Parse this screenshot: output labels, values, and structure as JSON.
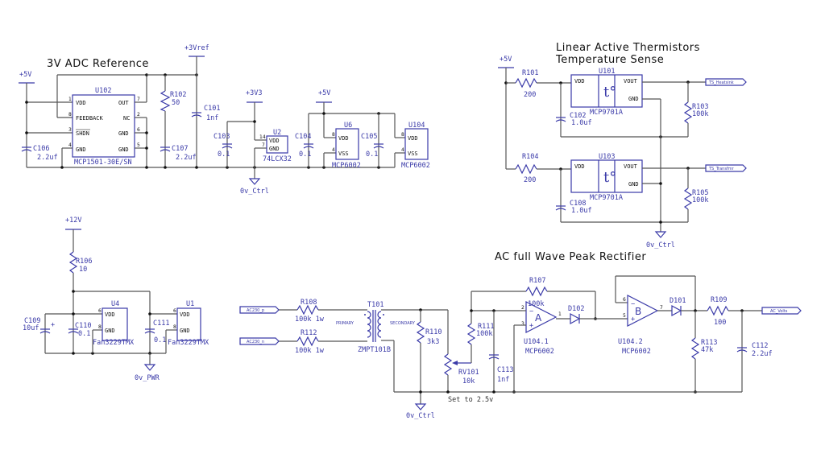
{
  "titles": {
    "adc_ref": "3V ADC Reference",
    "thermistor_line1": "Linear Active Thermistors",
    "thermistor_line2": "Temperature Sense",
    "rectifier": "AC full Wave Peak Rectifier"
  },
  "power_labels": {
    "p5v_a": "+5V",
    "p3vref": "+3Vref",
    "p3v3": "+3V3",
    "p5v_b": "+5V",
    "p5v_c": "+5V",
    "p12v": "+12V"
  },
  "ground_labels": {
    "gnd_ctrl_a": "0v_Ctrl",
    "gnd_ctrl_b": "0v_Ctrl",
    "gnd_ctrl_c": "0v_Ctrl",
    "gnd_pwr": "0v_PWR"
  },
  "ics": {
    "u102": {
      "ref": "U102",
      "part": "MCP1501-30E/SN",
      "pins_left": [
        {
          "num": "1",
          "name": "VDD"
        },
        {
          "num": "8",
          "name": "FEEDBACK"
        },
        {
          "num": "3",
          "name": "SHDN"
        },
        {
          "num": "4",
          "name": "GND"
        }
      ],
      "pins_right": [
        {
          "num": "7",
          "name": "OUT"
        },
        {
          "num": "2",
          "name": "NC"
        },
        {
          "num": "6",
          "name": "GND"
        },
        {
          "num": "5",
          "name": "GND"
        }
      ]
    },
    "u2": {
      "ref": "U2",
      "part": "74LCX32",
      "pins": [
        {
          "num": "14",
          "name": "VDD"
        },
        {
          "num": "7",
          "name": "GND"
        }
      ]
    },
    "u6": {
      "ref": "U6",
      "part": "MCP6002",
      "pins": [
        {
          "num": "8",
          "name": "VDD"
        },
        {
          "num": "4",
          "name": "VSS"
        }
      ]
    },
    "u104": {
      "ref": "U104",
      "part": "MCP6002",
      "pins": [
        {
          "num": "8",
          "name": "VDD"
        },
        {
          "num": "4",
          "name": "VSS"
        }
      ]
    },
    "u101": {
      "ref": "U101",
      "part": "MCP9701A",
      "vdd": "VDD",
      "vout": "VOUT",
      "gnd": "GND",
      "symbol": "t°"
    },
    "u103": {
      "ref": "U103",
      "part": "MCP9701A",
      "vdd": "VDD",
      "vout": "VOUT",
      "gnd": "GND",
      "symbol": "t°"
    },
    "u4": {
      "ref": "U4",
      "part": "Fan3229TMX",
      "pins": [
        {
          "num": "6",
          "name": "VDD"
        },
        {
          "num": "8",
          "name": "GND"
        }
      ]
    },
    "u1": {
      "ref": "U1",
      "part": "Fan3229TMX",
      "pins": [
        {
          "num": "6",
          "name": "VDD"
        },
        {
          "num": "8",
          "name": "GND"
        }
      ]
    },
    "u104_1": {
      "ref": "U104.1",
      "part": "MCP6002",
      "unit": "A",
      "pin_inv": "2",
      "pin_noninv": "3",
      "pin_out": "1"
    },
    "u104_2": {
      "ref": "U104.2",
      "part": "MCP6002",
      "unit": "B",
      "pin_inv": "6",
      "pin_noninv": "5",
      "pin_out": "7"
    }
  },
  "passives": {
    "r102": {
      "ref": "R102",
      "value": "50"
    },
    "c101": {
      "ref": "C101",
      "value": "1nf"
    },
    "c106": {
      "ref": "C106",
      "value": "2.2uf"
    },
    "c107": {
      "ref": "C107",
      "value": "2.2uf"
    },
    "c103": {
      "ref": "C103",
      "value": "0.1"
    },
    "c104": {
      "ref": "C104",
      "value": "0.1"
    },
    "c105": {
      "ref": "C105",
      "value": "0.1"
    },
    "r101": {
      "ref": "R101",
      "value": "200"
    },
    "c102": {
      "ref": "C102",
      "value": "1.0uf"
    },
    "r103": {
      "ref": "R103",
      "value": "100k"
    },
    "r104": {
      "ref": "R104",
      "value": "200"
    },
    "c108": {
      "ref": "C108",
      "value": "1.0uf"
    },
    "r105": {
      "ref": "R105",
      "value": "100k"
    },
    "r106": {
      "ref": "R106",
      "value": "10"
    },
    "c109": {
      "ref": "C109",
      "value": "10uf"
    },
    "c110": {
      "ref": "C110",
      "value": "0.1"
    },
    "c111": {
      "ref": "C111",
      "value": "0.1"
    },
    "r108": {
      "ref": "R108",
      "value": "100k  1w"
    },
    "r112": {
      "ref": "R112",
      "value": "100k  1w"
    },
    "t101": {
      "ref": "T101",
      "part": "ZMPT101B",
      "primary": "PRIMARY",
      "secondary": "SECONDARY"
    },
    "r110": {
      "ref": "R110",
      "value": "3k3"
    },
    "rv101": {
      "ref": "RV101",
      "value": "10k"
    },
    "r111": {
      "ref": "R111",
      "value": "100k"
    },
    "c113": {
      "ref": "C113",
      "value": "1nf"
    },
    "r107": {
      "ref": "R107",
      "value": "100k"
    },
    "d102": {
      "ref": "D102"
    },
    "d101": {
      "ref": "D101"
    },
    "r109": {
      "ref": "R109",
      "value": "100"
    },
    "r113": {
      "ref": "R113",
      "value": "47k"
    },
    "c112": {
      "ref": "C112",
      "value": "2.2uf"
    }
  },
  "net_ports": {
    "ts_heatsink": "TS_Heatsink",
    "ts_transfmr": "TS_Transfmr",
    "ac230_p": "AC230_p",
    "ac230_n": "AC230_n",
    "ac_volts": "AC_Volts"
  },
  "notes": {
    "rv101_note": "Set to 2.5v"
  }
}
